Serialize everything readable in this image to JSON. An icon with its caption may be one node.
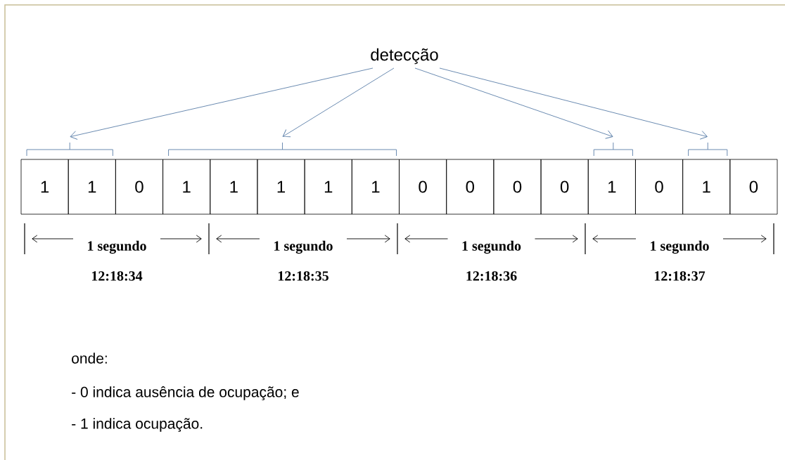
{
  "diagram": {
    "nodes": [
      {
        "text": [
          "detecção"
        ]
      },
      {
        "text": [],
        "shape": "bracket"
      },
      {
        "text": [],
        "shape": "bracket"
      },
      {
        "text": [],
        "shape": "bracket"
      },
      {
        "text": [],
        "shape": "bracket"
      },
      {
        "text": [
          "1"
        ]
      },
      {
        "text": [
          "1"
        ]
      },
      {
        "text": [
          "0"
        ]
      },
      {
        "text": [
          "1"
        ]
      },
      {
        "text": [
          "1"
        ]
      },
      {
        "text": [
          "1"
        ]
      },
      {
        "text": [
          "1"
        ]
      },
      {
        "text": [
          "1"
        ]
      },
      {
        "text": [
          "0"
        ]
      },
      {
        "text": [
          "0"
        ]
      },
      {
        "text": [
          "0"
        ]
      },
      {
        "text": [
          "0"
        ]
      },
      {
        "text": [
          "1"
        ]
      },
      {
        "text": [
          "0"
        ]
      },
      {
        "text": [
          "1"
        ]
      },
      {
        "text": [
          "0"
        ]
      }
    ],
    "edges": [
      {
        "from": 0,
        "to": 1,
        "arrow": "to"
      },
      {
        "from": 0,
        "to": 2,
        "arrow": "to"
      },
      {
        "from": 0,
        "to": 3,
        "arrow": "to"
      },
      {
        "from": 0,
        "to": 4,
        "arrow": "to"
      }
    ],
    "labels": [
      "1 segundo",
      "1 segundo",
      "1 segundo",
      "1 segundo",
      "12:18:34",
      "12:18:35",
      "12:18:36",
      "12:18:37",
      "onde:",
      "- 0 indica ausência de ocupação; e",
      "- 1 indica ocupação."
    ]
  }
}
